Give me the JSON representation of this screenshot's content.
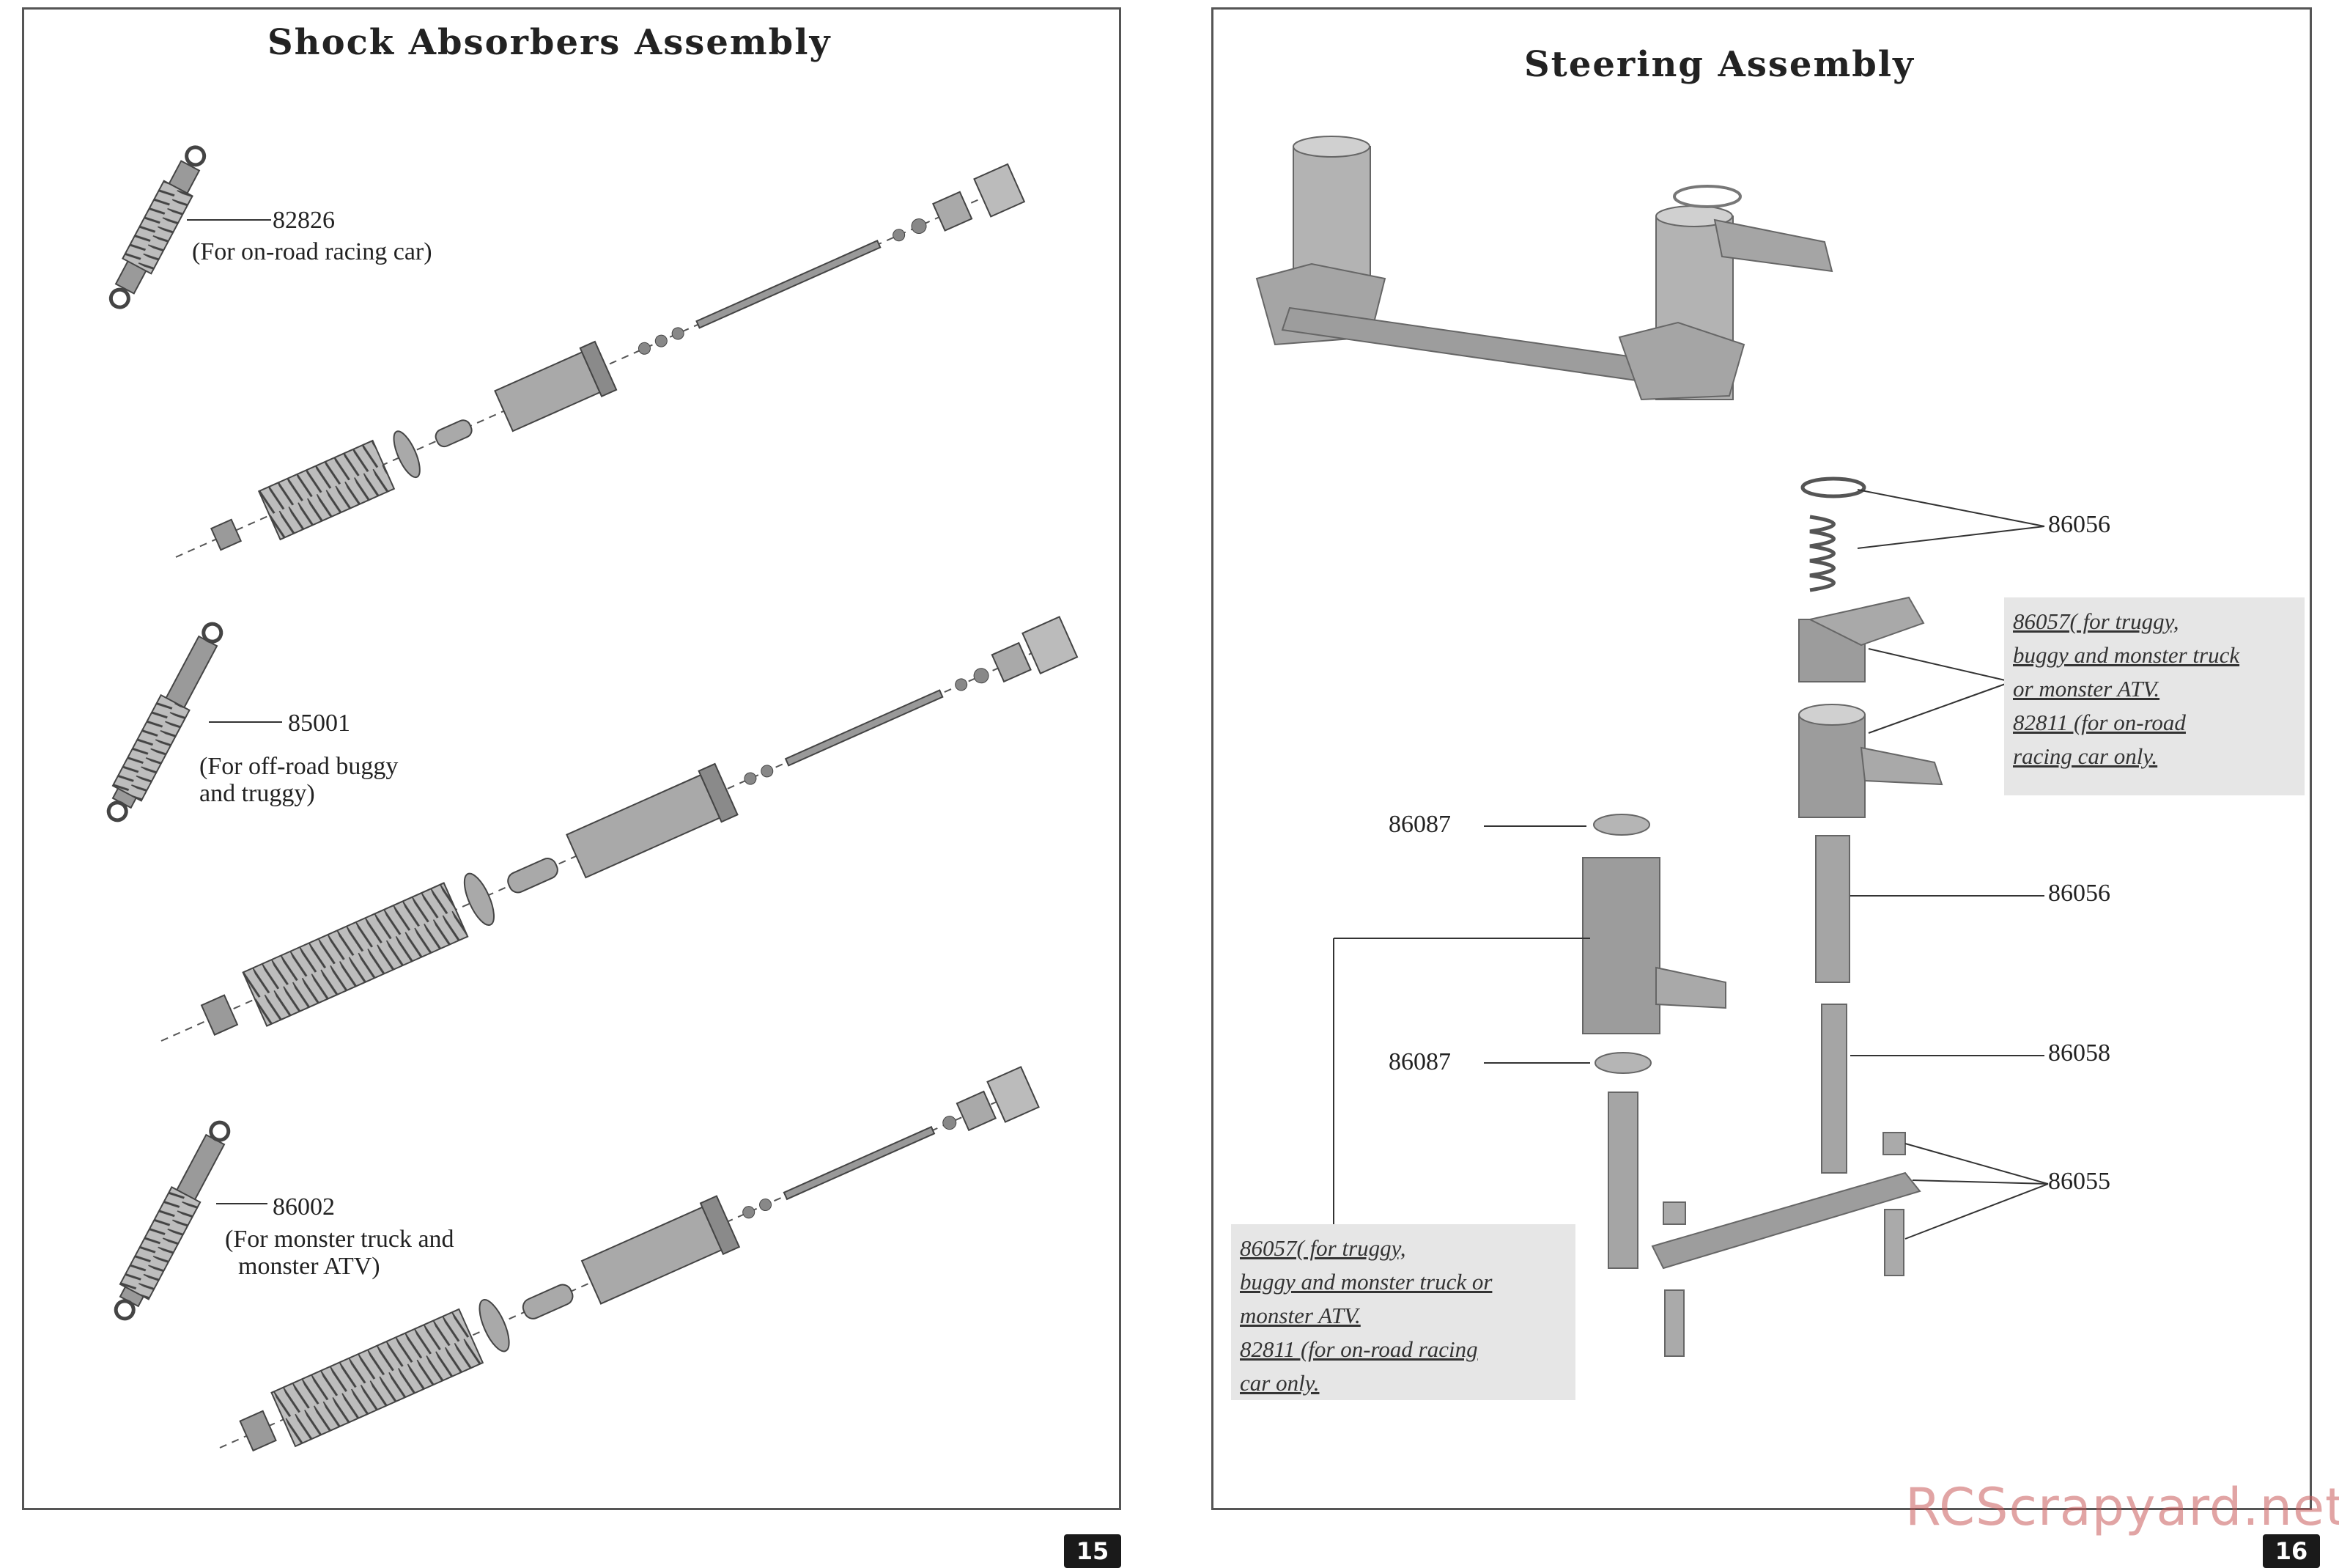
{
  "left_page": {
    "title": "Shock Absorbers Assembly",
    "page_number": "15",
    "callouts": [
      {
        "part": "82826",
        "desc_lines": [
          "(For on-road racing car)"
        ]
      },
      {
        "part": "85001",
        "desc_lines": [
          "(For off-road buggy",
          "and truggy)"
        ]
      },
      {
        "part": "86002",
        "desc_lines": [
          "(For monster truck and",
          "monster ATV)"
        ]
      }
    ]
  },
  "right_page": {
    "title": "Steering Assembly",
    "page_number": "16",
    "part_labels": {
      "spring_clip": "86056",
      "bushing_top": "86087",
      "post": "86056",
      "bushing_bottom": "86087",
      "shaft": "86058",
      "link_parts": "86055"
    },
    "note_top_lines": [
      "86057( for truggy,",
      "buggy and monster truck",
      "or monster ATV.",
      "82811 (for on-road",
      "racing car only."
    ],
    "note_bottom_lines": [
      "86057( for truggy,",
      "buggy and monster truck or",
      "monster ATV.",
      "82811 (for on-road racing",
      "car only."
    ]
  },
  "watermark": "RCScrapyard.net",
  "colors": {
    "part_fill": "#a9a9a9",
    "part_dark": "#6e6e6e",
    "note_bg": "#e6e6e6",
    "badge_bg": "#1a1a1a"
  }
}
